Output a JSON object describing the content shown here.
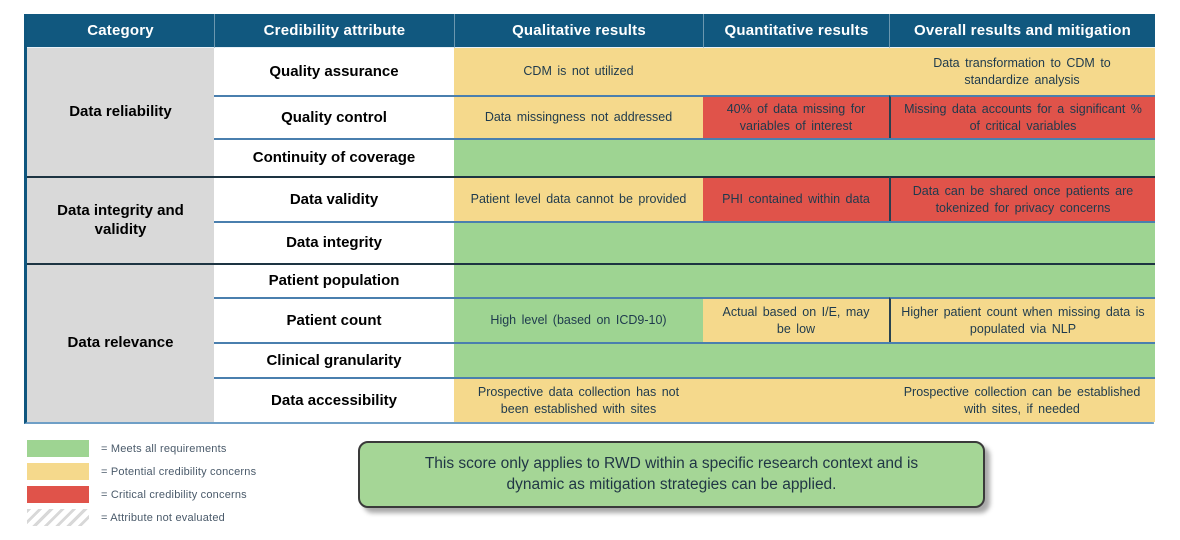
{
  "table": {
    "headers": [
      "Category",
      "Credibility attribute",
      "Qualitative results",
      "Quantitative results",
      "Overall results and mitigation"
    ],
    "categories": [
      {
        "label": "Data reliability"
      },
      {
        "label": "Data integrity and validity"
      },
      {
        "label": "Data relevance"
      }
    ],
    "rows": [
      {
        "attribute": "Quality assurance",
        "qualitative": "CDM is not utilized",
        "quantitative": "",
        "overall": "Data transformation to CDM to standardize analysis",
        "status": {
          "qualitative": "yellow",
          "quantitative": "yellow",
          "overall": "yellow"
        }
      },
      {
        "attribute": "Quality control",
        "qualitative": "Data missingness not addressed",
        "quantitative": "40% of data missing for variables of interest",
        "overall": "Missing data accounts for a significant % of critical variables",
        "status": {
          "qualitative": "yellow",
          "quantitative": "red",
          "overall": "red"
        }
      },
      {
        "attribute": "Continuity of coverage",
        "qualitative": "",
        "quantitative": "",
        "overall": "",
        "status": {
          "qualitative": "green",
          "quantitative": "green",
          "overall": "green"
        }
      },
      {
        "attribute": "Data validity",
        "qualitative": "Patient level data cannot be provided",
        "quantitative": "PHI contained within data",
        "overall": "Data can be shared once patients are tokenized for privacy concerns",
        "status": {
          "qualitative": "yellow",
          "quantitative": "red",
          "overall": "red"
        }
      },
      {
        "attribute": "Data integrity",
        "qualitative": "",
        "quantitative": "",
        "overall": "",
        "status": {
          "qualitative": "green",
          "quantitative": "green",
          "overall": "green"
        }
      },
      {
        "attribute": "Patient population",
        "qualitative": "",
        "quantitative": "",
        "overall": "",
        "status": {
          "qualitative": "green",
          "quantitative": "green",
          "overall": "green"
        }
      },
      {
        "attribute": "Patient count",
        "qualitative": "High level (based on ICD9-10)",
        "quantitative": "Actual based on I/E, may be low",
        "overall": "Higher patient count when missing data is populated via NLP",
        "status": {
          "qualitative": "green",
          "quantitative": "yellow",
          "overall": "yellow"
        }
      },
      {
        "attribute": "Clinical granularity",
        "qualitative": "",
        "quantitative": "",
        "overall": "",
        "status": {
          "qualitative": "green",
          "quantitative": "green",
          "overall": "green"
        }
      },
      {
        "attribute": "Data accessibility",
        "qualitative": "Prospective data collection has not been established with sites",
        "quantitative": "",
        "overall": "Prospective collection can be established with sites, if needed",
        "status": {
          "qualitative": "yellow",
          "quantitative": "yellow",
          "overall": "yellow"
        }
      }
    ]
  },
  "legend": {
    "items": [
      {
        "swatch": "green",
        "label": "= Meets all requirements"
      },
      {
        "swatch": "yellow",
        "label": "= Potential credibility concerns"
      },
      {
        "swatch": "red",
        "label": "= Critical credibility concerns"
      },
      {
        "swatch": "hatch",
        "label": "= Attribute not evaluated"
      }
    ]
  },
  "note": {
    "text": "This score only applies to RWD within a specific research context and is dynamic as mitigation strategies can be applied."
  },
  "colors": {
    "header_bg": "#11587f",
    "category_bg": "#d9d9d9",
    "green": "#9ed492",
    "yellow": "#f5d98c",
    "red": "#e0534a",
    "divider_blue": "#4a7fae",
    "divider_dark": "#1d3442",
    "note_green": "#a5d696"
  }
}
